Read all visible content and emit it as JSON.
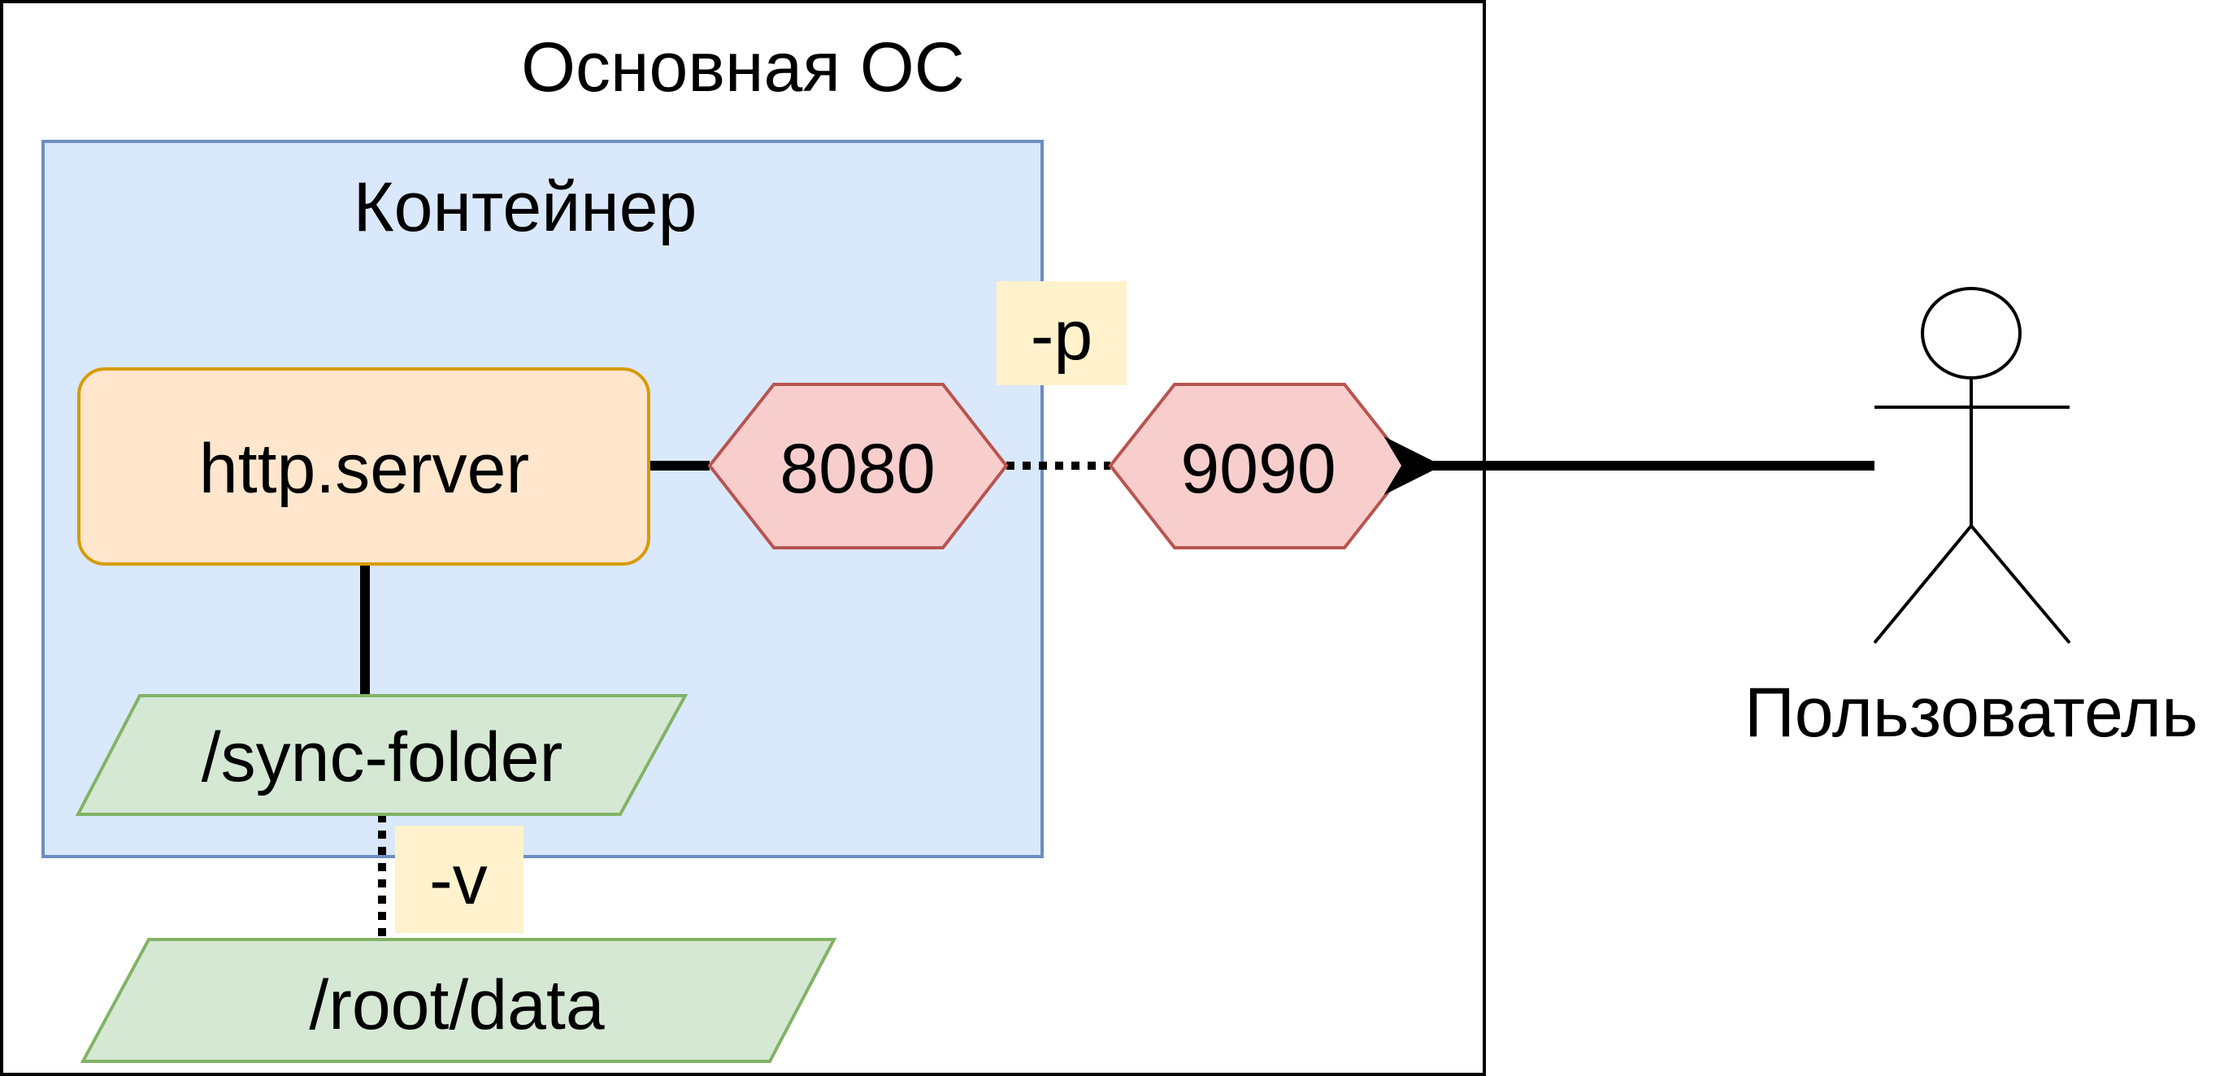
{
  "host_os": {
    "title": "Основная ОС"
  },
  "container": {
    "title": "Контейнер"
  },
  "server": {
    "label": "http.server"
  },
  "ports": {
    "container_port": "8080",
    "host_port": "9090",
    "publish_flag": "-p"
  },
  "volumes": {
    "container_folder": "/sync-folder",
    "host_folder": "/root/data",
    "volume_flag": "-v"
  },
  "user": {
    "label": "Пользователь",
    "icon": "stick-figure-icon"
  },
  "colors": {
    "container_fill": "#dae8fc",
    "container_stroke": "#6c8ebf",
    "server_fill": "#ffe6cc",
    "server_stroke": "#d79b00",
    "port_fill": "#f8cecc",
    "port_stroke": "#b85450",
    "folder_fill": "#d5e8d4",
    "folder_stroke": "#82b366",
    "flag_fill": "#fff2cc"
  }
}
